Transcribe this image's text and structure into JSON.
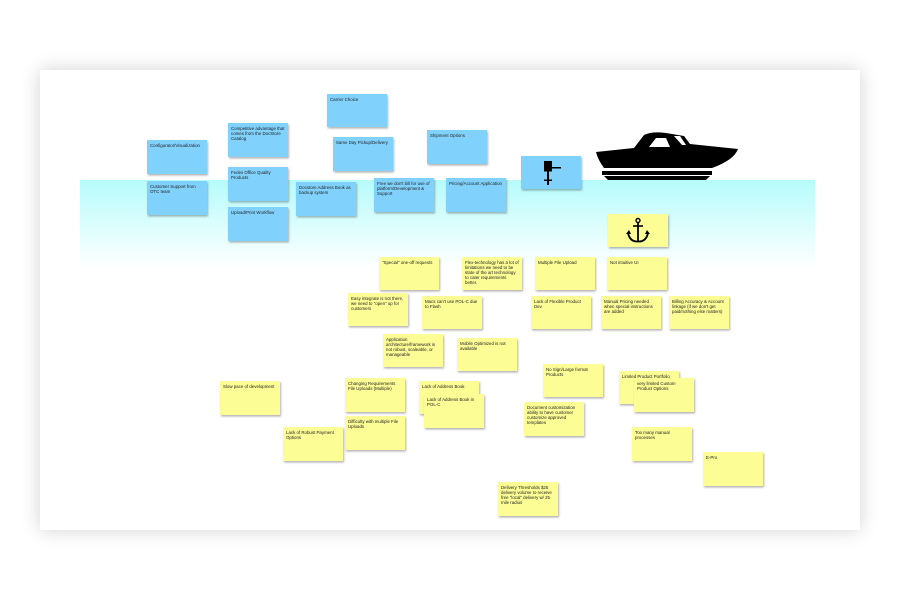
{
  "colors": {
    "blue_note": "#80d2fd",
    "yellow_note": "#fcfd94",
    "water": "#b6fbfb"
  },
  "blue_notes": [
    "Carrier Choice",
    "Competitive advantage that comes from the DocStore Catalog",
    "Configurator/Visualization",
    "Same Day Pickup/Delivery",
    "Shipment Options",
    "Customer Support from OTC team",
    "Fedex Office Quality Products",
    "Docstore Address Book as backup system",
    "Free we don't bill for use of platform/Development & Support",
    "Pricing/Account Application",
    "Upload/Print Workflow"
  ],
  "yellow_notes": [
    "\"Special\" one-off requests",
    "Flex-technology has a lot of limitations we need to be state of the art technology to cater requirements better.",
    "Multiple File Upload",
    "Not intuitive UI",
    "Easy integrate is not there, we need to \"open\" up for customers",
    "Macs can't use POL-C due to Flash",
    "Lack of Flexible Product Dev",
    "Manual Pricing needed when special instructions are added",
    "Billing Accuracy & Account linkage (if we don't get paid/nothing else matters)",
    "Application architecture/framework is not robust, scaleable, or manageable",
    "Mobile Optimized is not available",
    "No Sign/Large format Products",
    "Limited Product Portfolio",
    "very limited Custom Product Options",
    "Slow pace of development",
    "Changing Requirements File Uploads (Multiple)",
    "Lack of Address Book",
    "Lack of Address Book in POL-C",
    "Document customization ability to have customer customize approved templates",
    "Difficulty with multiple File Uploads",
    "Lack of Robust Payment Options",
    "Too many manual processes",
    "E-Pro",
    "Delivery Thresholds $25 delivery volume to receive free \"local\" delivery w/ 25 mile radius"
  ],
  "icons": [
    "outboard-motor-icon",
    "speedboat-icon",
    "anchor-icon"
  ]
}
